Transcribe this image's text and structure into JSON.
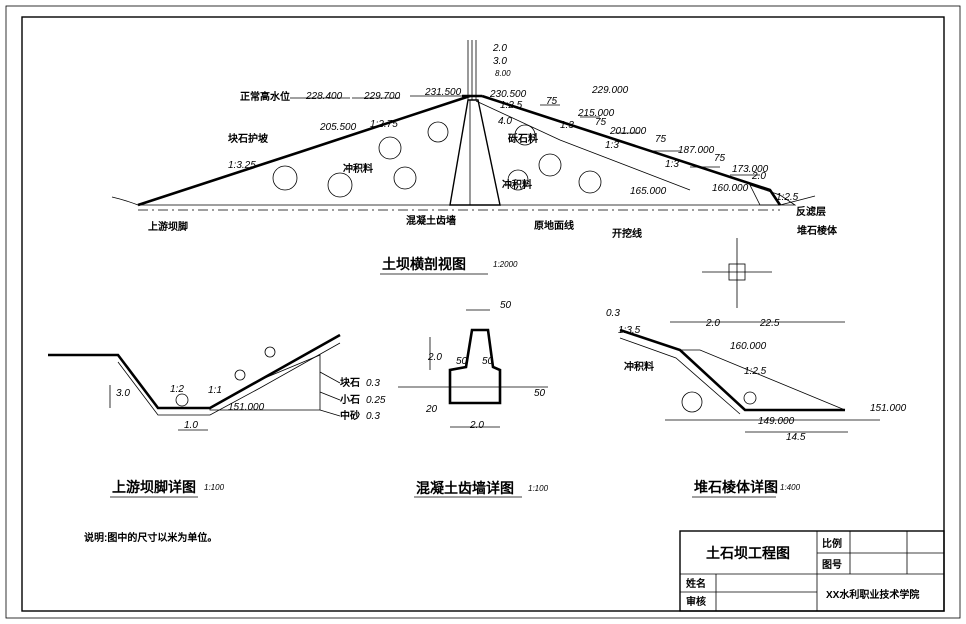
{
  "main_section": {
    "title": "土坝横剖视图",
    "scale": "1:2000",
    "elevations": {
      "normal_high_water_label": "正常高水位",
      "normal_high_water": "228.400",
      "upstream_top": "229.700",
      "crest": "231.500",
      "downstream_top": "230.500",
      "d1": "229.000",
      "d2": "215.000",
      "d3": "201.000",
      "d4": "187.000",
      "d5": "173.000",
      "upstream_berm": "205.500",
      "core_base": "165.000",
      "toe_base": "160.000"
    },
    "crest_dims": [
      "2.0",
      "3.0",
      "8.00"
    ],
    "slopes": {
      "upstream_lower": "1:3.25",
      "upstream_upper": "1:2.75",
      "downstream_1": "1:2.5",
      "downstream_2": "1:3",
      "downstream_3": "1:3",
      "downstream_4": "1:3",
      "downstream_5": "1:2.5"
    },
    "berm_widths": [
      "75",
      "75",
      "75",
      "75"
    ],
    "core_dims": [
      "4.0",
      "2.0"
    ],
    "labels": {
      "riprap": "块石护坡",
      "fill_left": "冲积料",
      "fill_right": "冲积料",
      "transition": "砾石料",
      "upstream_toe": "上游坝脚",
      "core_wall": "混凝土齿墙",
      "ground_line": "原地面线",
      "excavation": "开挖线",
      "filter": "反滤层",
      "rock_toe": "堆石棱体"
    }
  },
  "detail_upstream_toe": {
    "title": "上游坝脚详图",
    "scale": "1:100",
    "dims": [
      "3.0",
      "1.0"
    ],
    "slope": "1:1",
    "slope_upper": "1:2",
    "elevation": "151.000",
    "materials": [
      {
        "name": "块石",
        "thickness": "0.3"
      },
      {
        "name": "小石",
        "thickness": "0.25"
      },
      {
        "name": "中砂",
        "thickness": "0.3"
      }
    ]
  },
  "detail_core_wall": {
    "title": "混凝土齿墙详图",
    "scale": "1:100",
    "dims": {
      "top": "50",
      "left_50": "50",
      "right_50": "50",
      "height": "2.0",
      "base": "2.0",
      "bottom": "20",
      "right": "50"
    }
  },
  "detail_rock_toe": {
    "title": "堆石棱体详图",
    "scale": "1:400",
    "dims": [
      "2.0",
      "22.5",
      "14.5",
      "0.3"
    ],
    "slopes": [
      "1:3.5",
      "1:2.5"
    ],
    "elevations": [
      "160.000",
      "151.000",
      "149.000"
    ],
    "fill_label": "冲积料"
  },
  "note": "说明:图中的尺寸以米为单位。",
  "title_block": {
    "drawing_title": "土石坝工程图",
    "scale_label": "比例",
    "drawing_no_label": "图号",
    "name_label": "姓名",
    "review_label": "审核",
    "institution": "XX水利职业技术学院"
  }
}
